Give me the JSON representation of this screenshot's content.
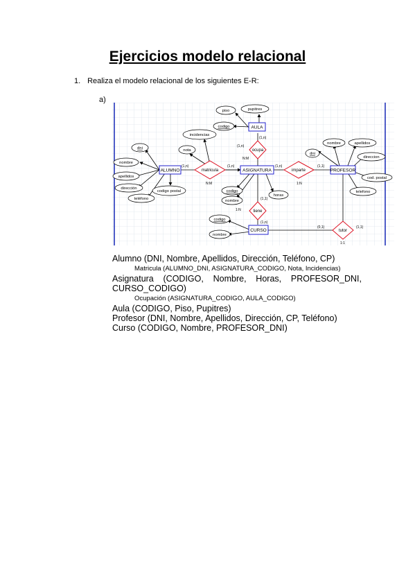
{
  "title": "Ejercicios modelo relacional",
  "question": {
    "number": "1.",
    "text": "Realiza el modelo relacional de los siguientes E-R:"
  },
  "sub_label": "a)",
  "diagram": {
    "entities": {
      "alumno": "ALUMNO",
      "asignatura": "ASIGNATURA",
      "profesor": "PROFESOR",
      "aula": "AULA",
      "curso": "CURSO"
    },
    "relationships": {
      "matricula": "matricula",
      "ocupa": "ocupa",
      "imparte": "imparte",
      "tiene": "tiene",
      "tutor": "tutor"
    },
    "attributes": {
      "alumno_dni": "dni",
      "alumno_nombre": "nombre",
      "alumno_apellidos": "apellidos",
      "alumno_direccion": "dirección",
      "alumno_telefono": "teléfono",
      "alumno_cp": "codigo postal",
      "mat_incidencias": "incidencias",
      "mat_nota": "nota",
      "aula_piso": "piso",
      "aula_pupitres": "pupitres",
      "aula_codigo": "codigo",
      "asig_codigo": "codigo",
      "asig_nombre": "nombre",
      "asig_horas": "horas",
      "prof_dni": "dni",
      "prof_nombre": "nombre",
      "prof_apellidos": "apellidos",
      "prof_direccion": "direccion",
      "prof_cp": "cod. postal",
      "prof_telefono": "telefono",
      "curso_codigo": "codigo",
      "curso_nombre": "nombre"
    },
    "cardinalities": {
      "alumno_mat": "(1,n)",
      "mat_asig": "(1,n)",
      "mat_ratio": "N:M",
      "asig_ocupa": "(1,n)",
      "ocupa_aula": "(1,n)",
      "ocupa_ratio": "N:M",
      "asig_imparte": "(1,n)",
      "imparte_prof": "(1,1)",
      "imparte_ratio": "1:N",
      "asig_tiene": "(1,1)",
      "tiene_curso": "(1,n)",
      "tiene_ratio": "1:N",
      "curso_tutor": "(0,1)",
      "tutor_prof": "(1,1)",
      "tutor_ratio": "1:1"
    }
  },
  "schema": {
    "alumno": "Alumno (DNI, Nombre, Apellidos, Dirección, Teléfono, CP)",
    "matricula": "Matricula (ALUMNO_DNI, ASIGNATURA_CODIGO, Nota, Incidencias)",
    "asignatura_line1": "Asignatura (CODIGO, Nombre, Horas, PROFESOR_DNI,",
    "asignatura_line2": "CURSO_CODIGO)",
    "ocupacion": "Ocupación (ASIGNATURA_CODIGO, AULA_CODIGO)",
    "aula": "Aula (CODIGO, Piso, Pupitres)",
    "profesor": "Profesor (DNI, Nombre, Apellidos, Dirección, CP, Teléfono)",
    "curso": "Curso (CODIGO, Nombre, PROFESOR_DNI)"
  },
  "colors": {
    "entity": "#2222cc",
    "relationship": "#dd1122",
    "grid": "#cfd8e4",
    "rule": "#2233bb"
  }
}
